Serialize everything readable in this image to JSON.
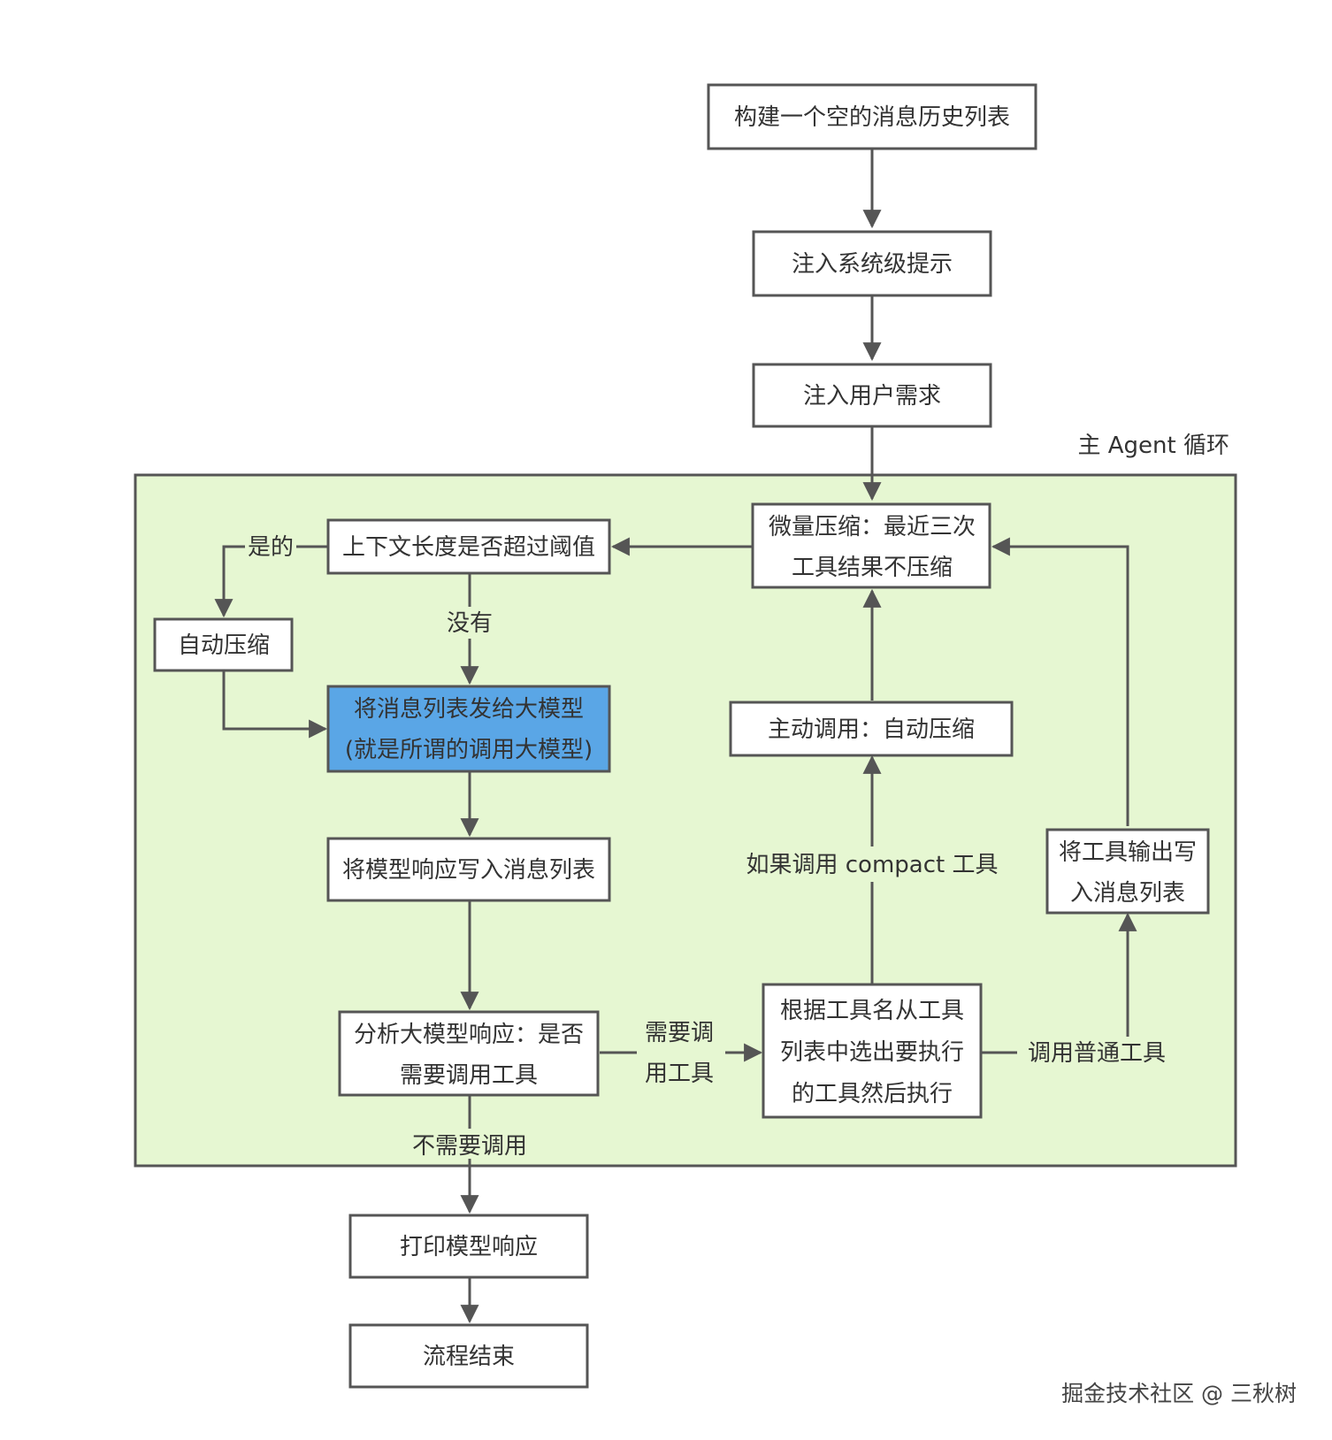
{
  "container": {
    "label": "主 Agent 循环",
    "fill_color": "#e6f7d2"
  },
  "nodes": {
    "build_history": "构建一个空的消息历史列表",
    "inject_system": "注入系统级提示",
    "inject_user": "注入用户需求",
    "micro_compress": [
      "微量压缩：最近三次",
      "工具结果不压缩"
    ],
    "context_check": "上下文长度是否超过阈值",
    "auto_compress": "自动压缩",
    "send_to_model": [
      "将消息列表发给大模型",
      "(就是所谓的调用大模型)"
    ],
    "write_response": "将模型响应写入消息列表",
    "analyze_response": [
      "分析大模型响应：是否",
      "需要调用工具"
    ],
    "select_tool": [
      "根据工具名从工具",
      "列表中选出要执行",
      "的工具然后执行"
    ],
    "write_tool_output": [
      "将工具输出写",
      "入消息列表"
    ],
    "active_call": "主动调用：自动压缩",
    "print_response": "打印模型响应",
    "end": "流程结束"
  },
  "edge_labels": {
    "yes": "是的",
    "no": "没有",
    "need_tool": [
      "需要调",
      "用工具"
    ],
    "no_need": "不需要调用",
    "compact_tool": "如果调用 compact 工具",
    "normal_tool": "调用普通工具"
  },
  "colors": {
    "highlight": "#5aa6e6",
    "stroke": "#555555"
  },
  "watermark": "掘金技术社区 @ 三秋树"
}
